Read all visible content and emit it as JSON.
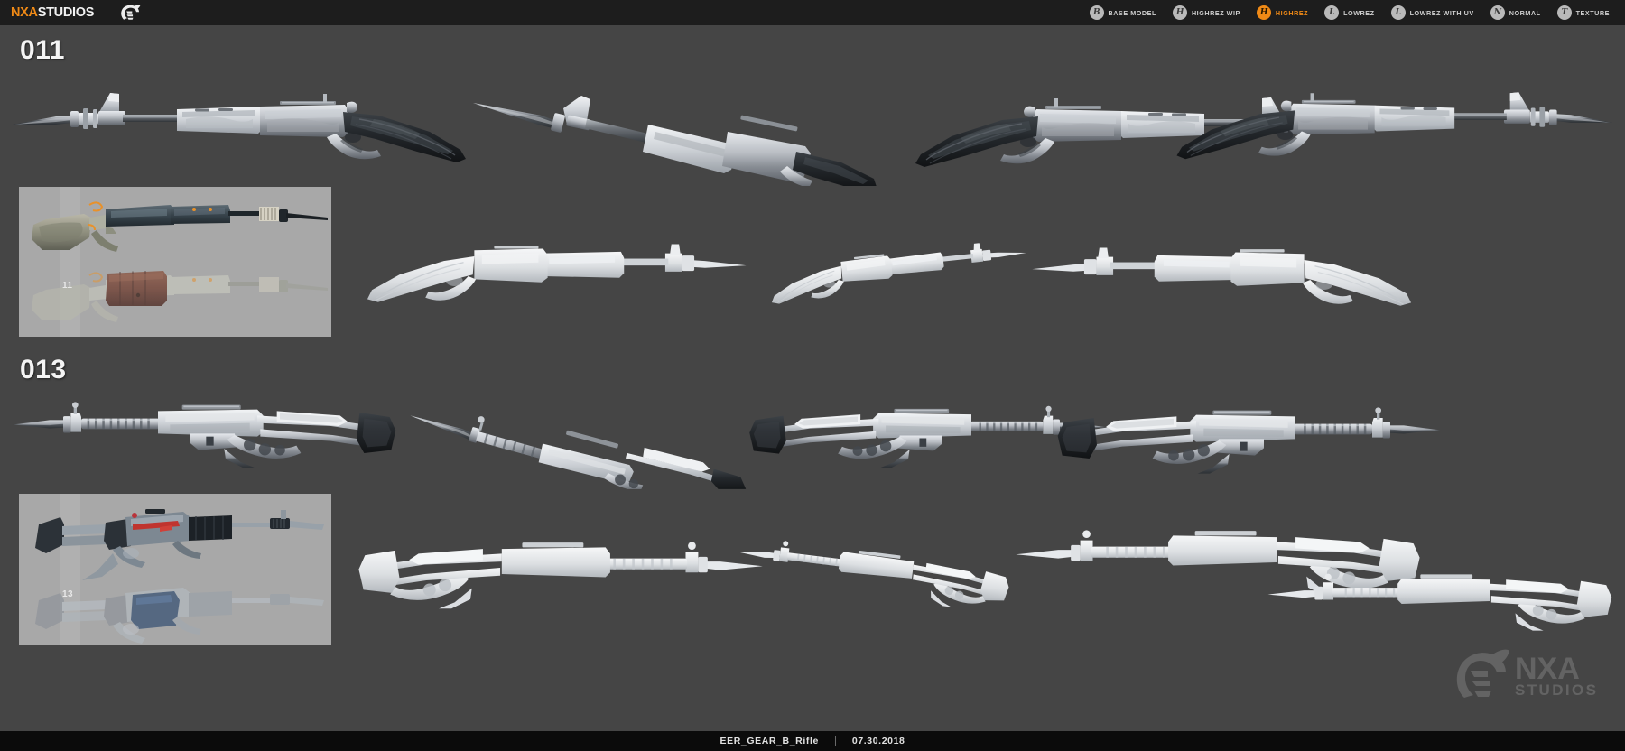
{
  "header": {
    "brand_primary": "NXA",
    "brand_secondary": "STUDIOS",
    "helmet_icon": "spartan-helmet-icon",
    "nav": [
      {
        "label": "BASE MODEL",
        "glyph": "B",
        "icon": "base-model-badge-icon",
        "active": false
      },
      {
        "label": "HIGHREZ WIP",
        "glyph": "H",
        "icon": "highrez-wip-badge-icon",
        "active": false
      },
      {
        "label": "HIGHREZ",
        "glyph": "H",
        "icon": "highrez-badge-icon",
        "active": true
      },
      {
        "label": "LOWREZ",
        "glyph": "L",
        "icon": "lowrez-badge-icon",
        "active": false
      },
      {
        "label": "LOWREZ WITH UV",
        "glyph": "L",
        "icon": "lowrez-uv-badge-icon",
        "active": false
      },
      {
        "label": "NORMAL",
        "glyph": "N",
        "icon": "normal-badge-icon",
        "active": false
      },
      {
        "label": "TEXTURE",
        "glyph": "T",
        "icon": "texture-badge-icon",
        "active": false
      }
    ]
  },
  "sections": [
    {
      "id": "011",
      "label": "011",
      "reference_number": "11"
    },
    {
      "id": "013",
      "label": "013",
      "reference_number": "13"
    }
  ],
  "watermark": {
    "primary": "NXA",
    "secondary": "STUDIOS",
    "icon": "spartan-helmet-icon"
  },
  "footer": {
    "asset_name": "EER_GEAR_B_Rifle",
    "date": "07.30.2018"
  },
  "colors": {
    "page_background": "#454545",
    "header_background": "#1d1d1d",
    "footer_background": "#0b0b0b",
    "accent": "#f08a16",
    "reference_panel": "#a8a8a8",
    "model_light": "#d5d8dc",
    "model_mid": "#8f949b",
    "model_dark": "#2c3034"
  }
}
